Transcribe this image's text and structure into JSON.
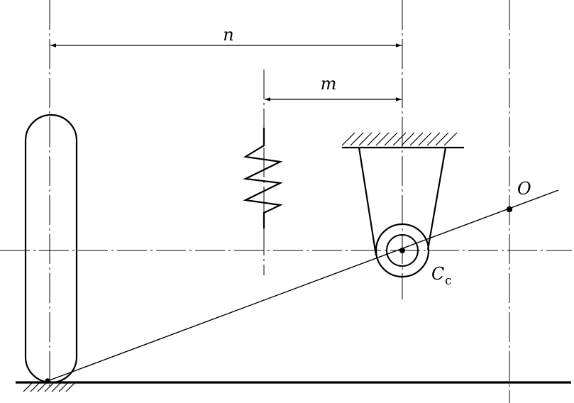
{
  "labels": {
    "dimension_n": "n",
    "dimension_m": "m",
    "point_o": "O",
    "point_c_main": "C",
    "point_c_sub": "c"
  },
  "colors": {
    "stroke": "#000000",
    "background": "#ffffff"
  }
}
